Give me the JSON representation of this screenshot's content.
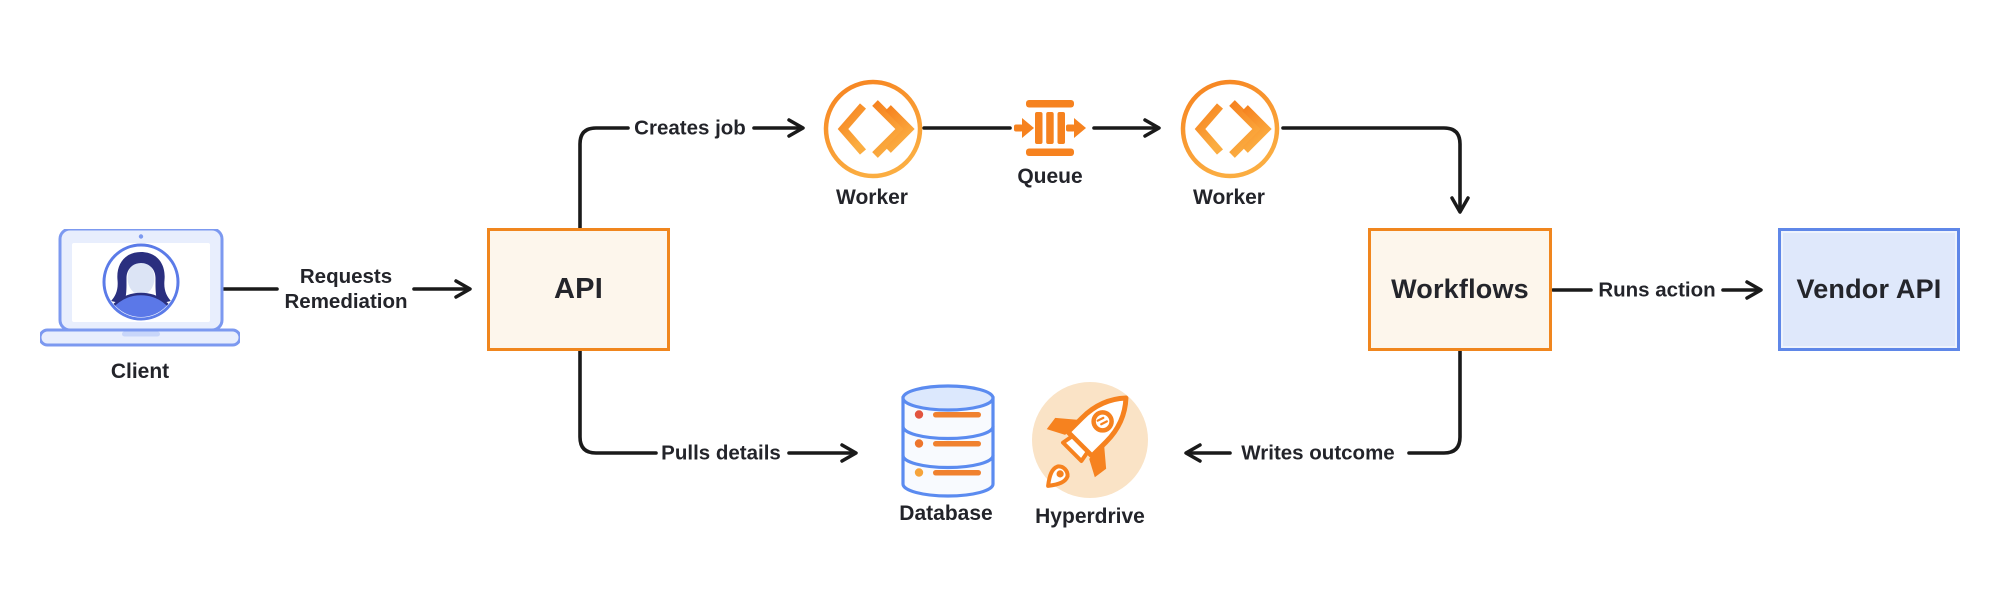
{
  "nodes": {
    "client": {
      "label": "Client",
      "icon": "laptop-user-icon"
    },
    "api": {
      "label": "API"
    },
    "worker_1": {
      "label": "Worker",
      "icon": "worker-icon"
    },
    "queue": {
      "label": "Queue",
      "icon": "queue-icon"
    },
    "worker_2": {
      "label": "Worker",
      "icon": "worker-icon"
    },
    "workflows": {
      "label": "Workflows"
    },
    "vendor_api": {
      "label": "Vendor API"
    },
    "database": {
      "label": "Database",
      "icon": "database-icon"
    },
    "hyperdrive": {
      "label": "Hyperdrive",
      "icon": "rocket-icon"
    }
  },
  "edges": {
    "client_to_api": {
      "label": "Requests Remediation"
    },
    "api_to_worker": {
      "label": "Creates job"
    },
    "workflows_to_vendor_api": {
      "label": "Runs action"
    },
    "api_to_database": {
      "label": "Pulls details"
    },
    "workflows_to_hyperdrive": {
      "label": "Writes outcome"
    }
  },
  "colors": {
    "orange": "#f6821f",
    "orange_light": "#fbad41",
    "orange_box_fill": "#fdf6ec",
    "blue": "#5f87e8",
    "blue_box_fill": "#dfe8fb",
    "laptop_blue": "#7c99f0",
    "avatar_navy": "#2a2f7f",
    "hyperdrive_bg": "#fae3c6",
    "connector": "#1a1a1a",
    "text": "#23242a"
  }
}
